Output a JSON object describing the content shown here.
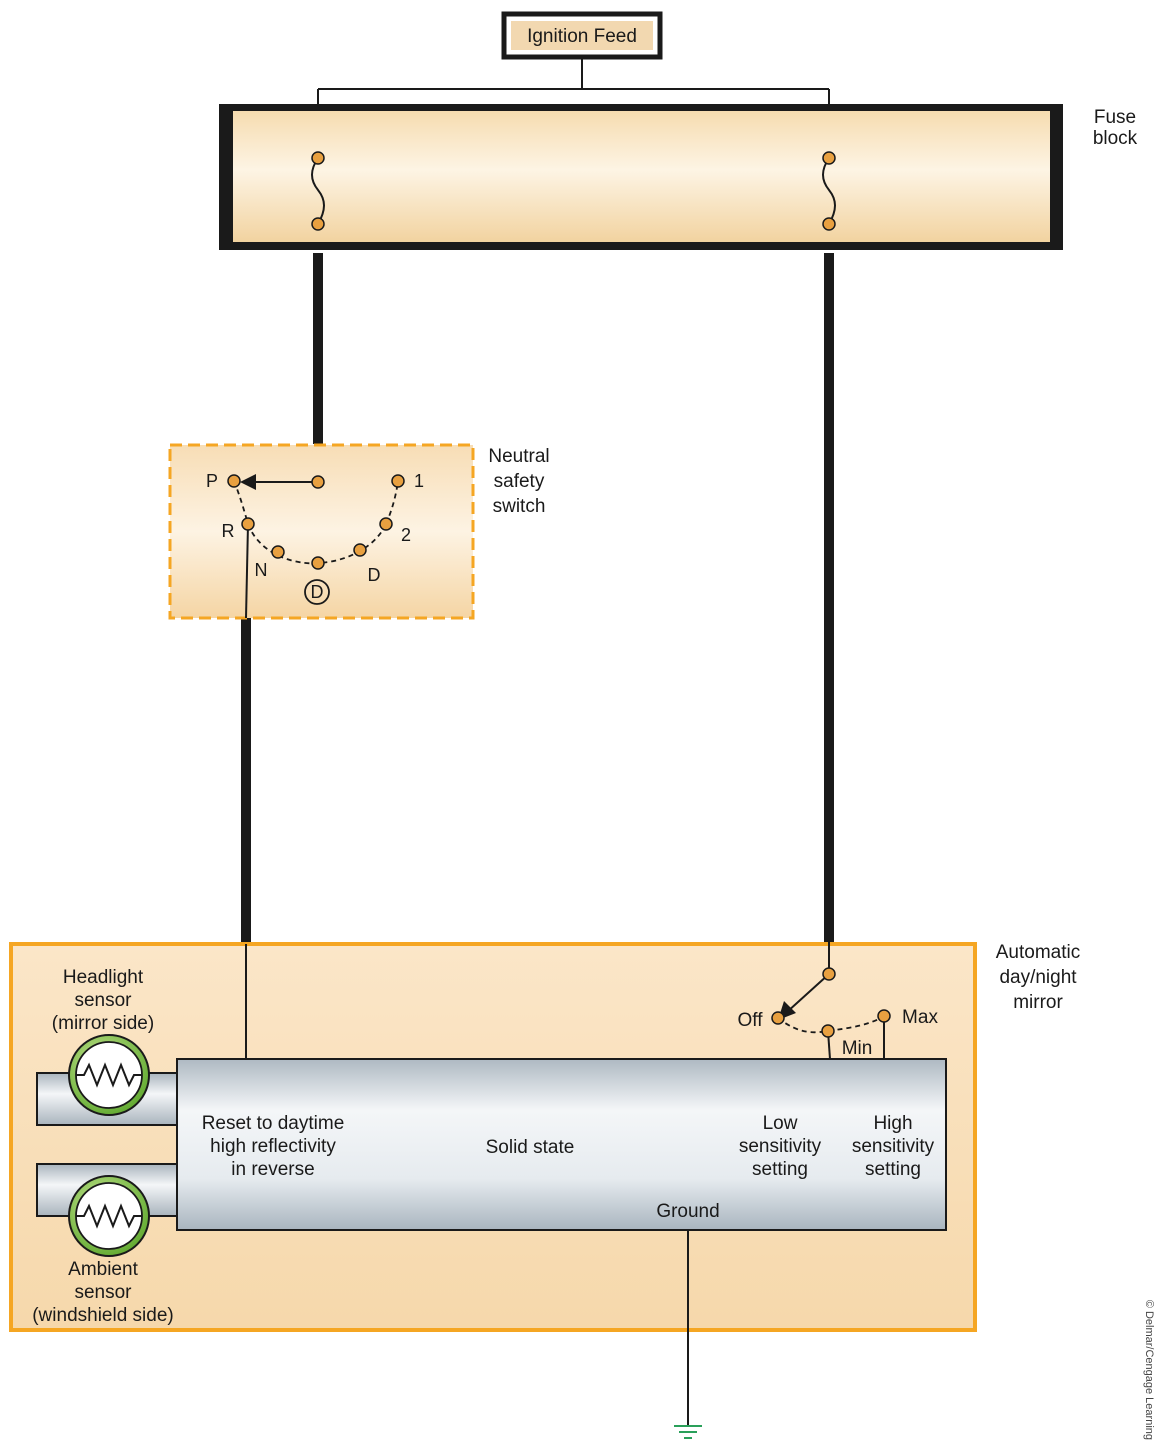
{
  "ignition_feed": "Ignition Feed",
  "fuse_block": [
    "Fuse",
    "block"
  ],
  "neutral_switch": {
    "title": [
      "Neutral",
      "safety",
      "switch"
    ],
    "positions": {
      "p": "P",
      "r": "R",
      "n": "N",
      "d_circle": "D",
      "d": "D",
      "two": "2",
      "one": "1"
    }
  },
  "mirror": {
    "title": [
      "Automatic",
      "day/night",
      "mirror"
    ],
    "headlight_sensor": [
      "Headlight",
      "sensor",
      "(mirror side)"
    ],
    "ambient_sensor": [
      "Ambient",
      "sensor",
      "(windshield side)"
    ],
    "reset_text": [
      "Reset to daytime",
      "high reflectivity",
      "in reverse"
    ],
    "solid_state": "Solid state",
    "low_setting": [
      "Low",
      "sensitivity",
      "setting"
    ],
    "high_setting": [
      "High",
      "sensitivity",
      "setting"
    ],
    "ground": "Ground",
    "switch": {
      "off": "Off",
      "min": "Min",
      "max": "Max"
    }
  },
  "copyright": "© Delmar/Cengage Learning",
  "colors": {
    "wire": "#1a1a1a",
    "terminal": "#e8a040",
    "switch_border": "#f5a623",
    "mirror_border": "#f5a623",
    "sensor_green": "#7cc242"
  }
}
